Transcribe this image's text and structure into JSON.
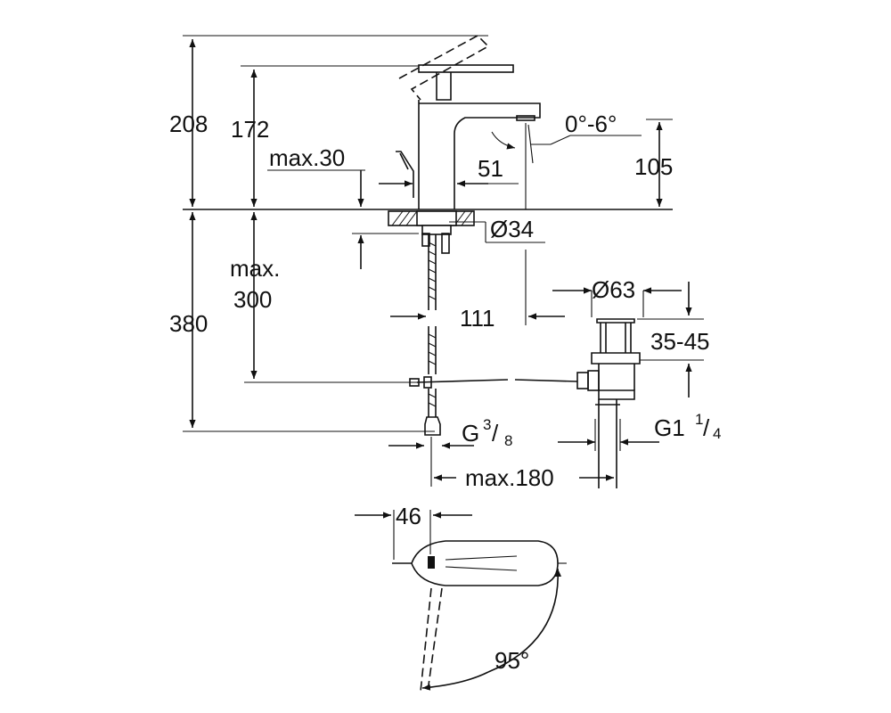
{
  "drawing": {
    "dims": {
      "height_total": "208",
      "height_spout": "172",
      "max_thickness": "max.30",
      "angle_spout": "0°-6°",
      "outlet_height": "105",
      "lever_offset": "51",
      "hole_diameter": "Ø34",
      "max_label": "max.",
      "hose_max": "300",
      "hose_length": "380",
      "reach": "111",
      "waste_diameter": "Ø63",
      "range": "35-45",
      "connection_g": "G",
      "connection_g_num": "3",
      "connection_g_den": "8",
      "waste_thread": "G1",
      "waste_thread_num": "1",
      "waste_thread_den": "4",
      "max_reach": "max.180",
      "lever_width": "46",
      "rotation": "95°"
    }
  }
}
